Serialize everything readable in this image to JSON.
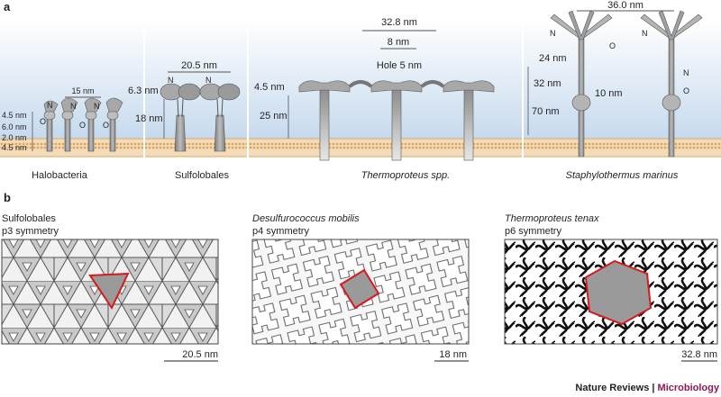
{
  "panel_a": {
    "letter": "a",
    "groups": [
      {
        "name": "Halobacteria",
        "italic": false
      },
      {
        "name": "Sulfolobales",
        "italic": false
      },
      {
        "name": "Thermoproteus spp.",
        "italic": true
      },
      {
        "name": "Staphylothermus marinus",
        "italic": true
      }
    ],
    "halo_dims": {
      "top": "15 nm",
      "left": [
        "4.5 nm",
        "6.0 nm",
        "2.0 nm",
        "4.5 nm"
      ]
    },
    "sulfo_dims": {
      "top": "20.5 nm",
      "head": "6.3 nm",
      "stalk": "18 nm"
    },
    "thermo_dims": {
      "top": "32.8 nm",
      "mid": "8 nm",
      "hole": "Hole 5 nm",
      "head": "4.5 nm",
      "stalk": "25 nm"
    },
    "staph_dims": {
      "top": "36.0 nm",
      "arm": "24 nm",
      "upper": "32 nm",
      "knob": "10 nm",
      "lower": "70 nm"
    },
    "letters": {
      "n": "N",
      "o": "O"
    }
  },
  "panel_b": {
    "letter": "b",
    "tiles": [
      {
        "title": "Sulfolobales",
        "italic": false,
        "symmetry": "p3 symmetry",
        "scale": "20.5 nm"
      },
      {
        "title": "Desulfurococcus mobilis",
        "italic": true,
        "symmetry": "p4 symmetry",
        "scale": "18 nm"
      },
      {
        "title": "Thermoproteus tenax",
        "italic": true,
        "symmetry": "p6 symmetry",
        "scale": "32.8 nm"
      }
    ]
  },
  "colors": {
    "membrane": "#f3d8b0",
    "sky_top": "#ffffff",
    "sky_bottom": "#c9dcef",
    "protein": "#9a9a9a",
    "protein_dark": "#6e6e6e",
    "highlight": "#d7191c",
    "brand_accent": "#8b1a55"
  },
  "footer": {
    "journal": "Nature Reviews",
    "separator": " | ",
    "section": "Microbiology"
  }
}
